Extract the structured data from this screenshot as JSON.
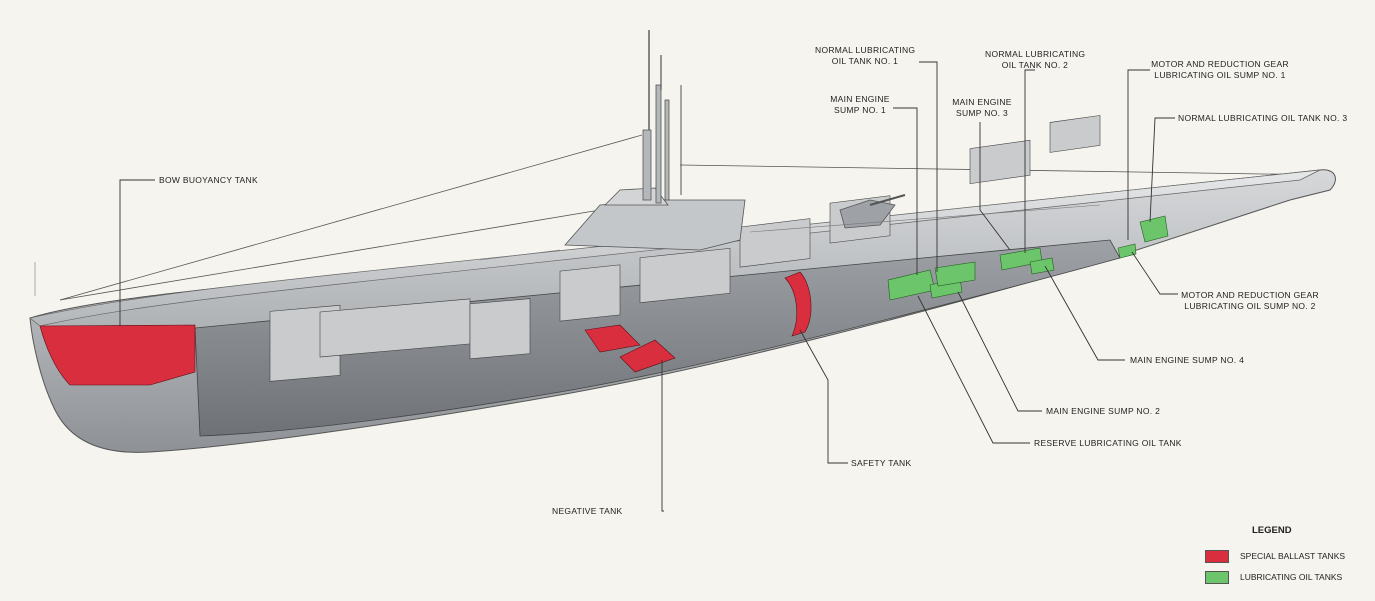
{
  "colors": {
    "special_ballast": "#d92e3e",
    "lubricating_oil": "#6cc56a",
    "hull": "#b9bcbf",
    "background": "#f6f4ee"
  },
  "labels": {
    "bow_buoyancy_tank": "BOW BUOYANCY TANK",
    "normal_lube_tank_1": [
      "NORMAL LUBRICATING",
      "OIL TANK NO. 1"
    ],
    "normal_lube_tank_2": [
      "NORMAL LUBRICATING",
      "OIL TANK NO. 2"
    ],
    "motor_gear_sump_1": [
      "MOTOR AND REDUCTION GEAR",
      "LUBRICATING OIL SUMP NO. 1"
    ],
    "main_engine_sump_1": [
      "MAIN ENGINE",
      "SUMP NO. 1"
    ],
    "main_engine_sump_3": [
      "MAIN ENGINE",
      "SUMP NO. 3"
    ],
    "normal_lube_tank_3": "NORMAL LUBRICATING OIL TANK NO. 3",
    "motor_gear_sump_2": [
      "MOTOR AND REDUCTION GEAR",
      "LUBRICATING OIL SUMP NO. 2"
    ],
    "main_engine_sump_4": "MAIN ENGINE SUMP NO. 4",
    "main_engine_sump_2": "MAIN ENGINE SUMP NO. 2",
    "reserve_lube_tank": "RESERVE LUBRICATING OIL TANK",
    "safety_tank": "SAFETY TANK",
    "negative_tank": "NEGATIVE TANK"
  },
  "legend": {
    "title": "LEGEND",
    "items": [
      {
        "label": "SPECIAL BALLAST TANKS",
        "color": "#d92e3e"
      },
      {
        "label": "LUBRICATING OIL TANKS",
        "color": "#6cc56a"
      }
    ]
  }
}
